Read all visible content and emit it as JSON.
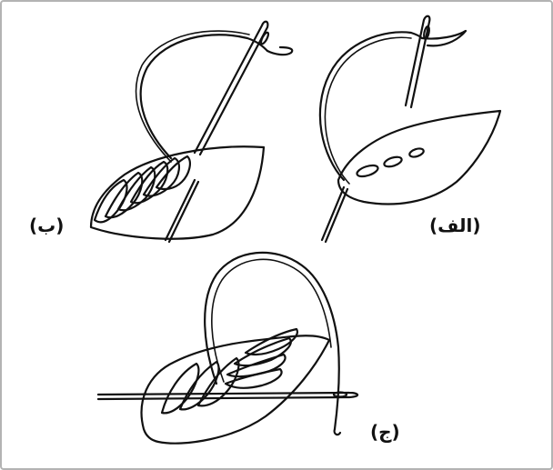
{
  "figure": {
    "labels": {
      "b": "(ب)",
      "a": "(الف)",
      "j": "(ج)"
    }
  },
  "colors": {
    "stroke": "#111111",
    "frame": "#b3b3b3",
    "background": "#ffffff"
  }
}
